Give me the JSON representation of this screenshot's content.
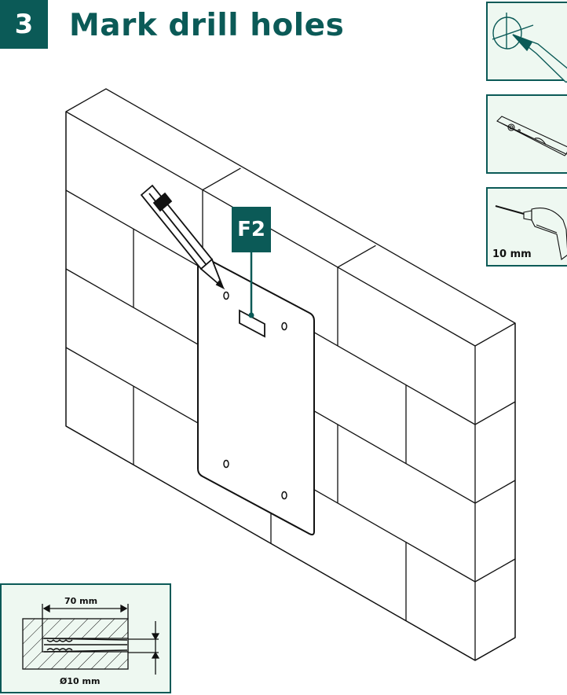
{
  "step": {
    "number": "3",
    "title": "Mark drill holes"
  },
  "callout": {
    "label": "F2"
  },
  "tools": [
    {
      "icon": "pencil-mark-icon",
      "label": ""
    },
    {
      "icon": "spirit-level-icon",
      "label": ""
    },
    {
      "icon": "drill-icon",
      "label": "10 mm"
    }
  ],
  "detail": {
    "depth_label": "70 mm",
    "diameter_label": "Ø10 mm"
  },
  "colors": {
    "accent": "#0b5a57",
    "panel_bg": "#eef8f1"
  }
}
